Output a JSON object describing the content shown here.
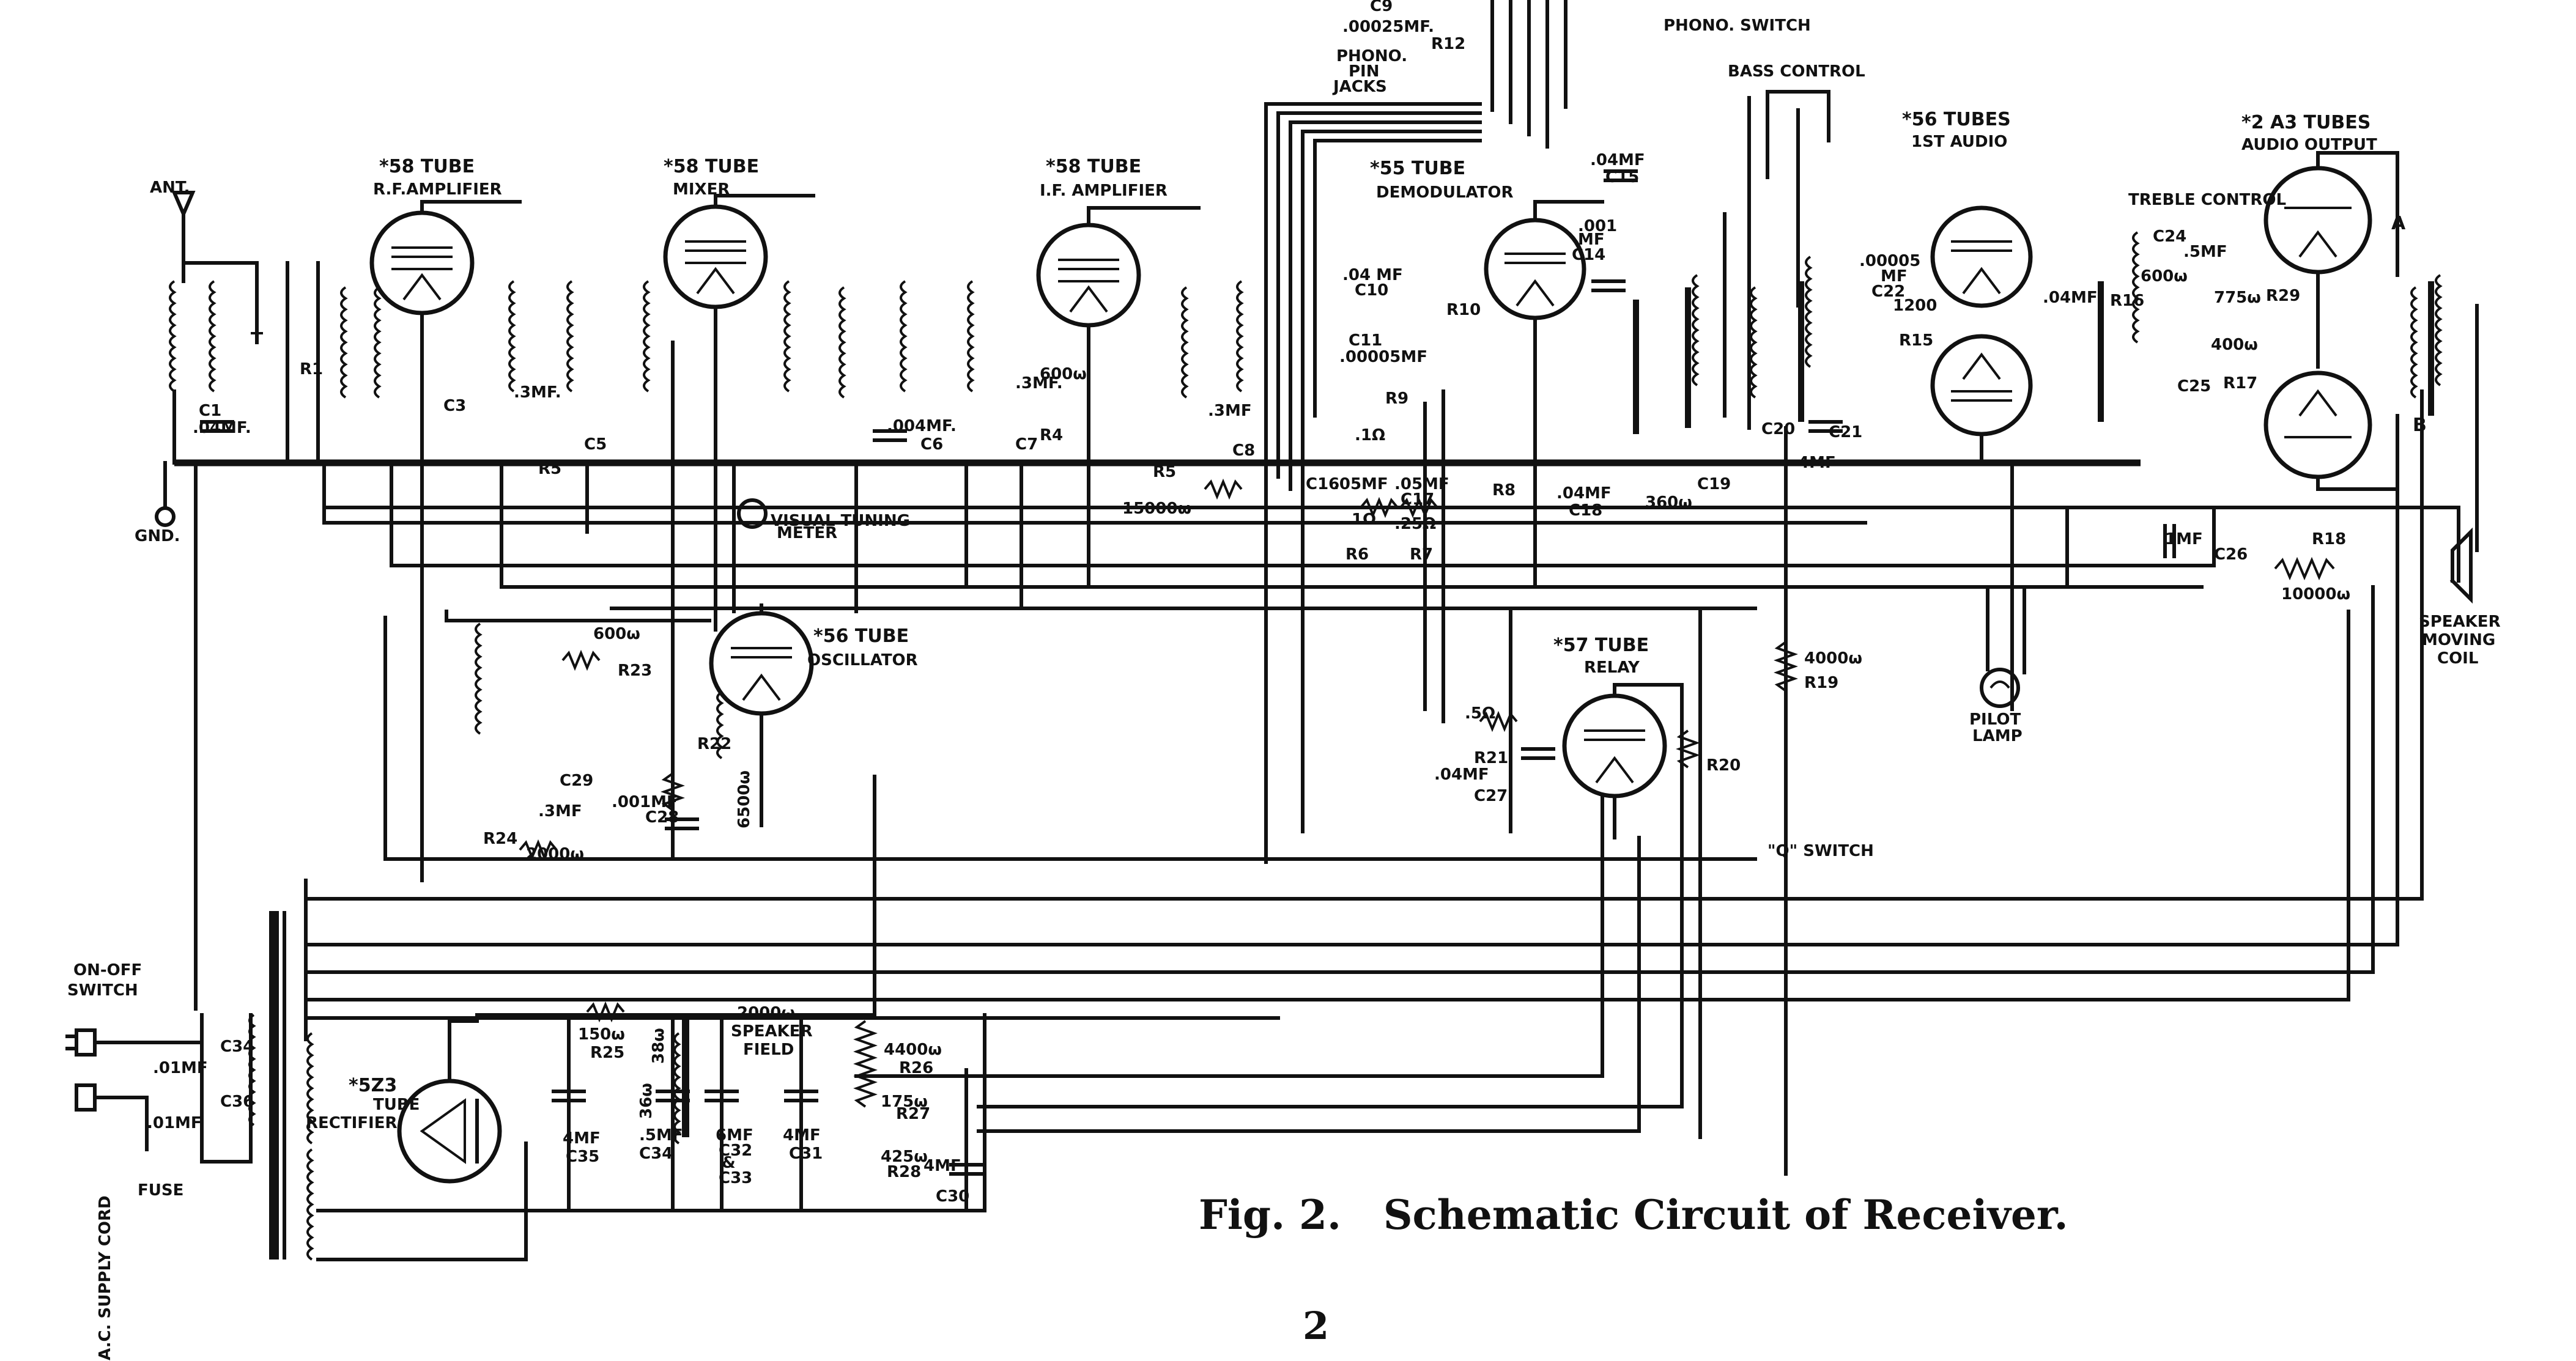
{
  "caption": "Fig. 2.   Schematic Circuit of Receiver.",
  "page_number": "2",
  "tubes": {
    "rf_amp": {
      "type": "*58 TUBE",
      "role": "R.F.AMPLIFIER"
    },
    "mixer": {
      "type": "*58 TUBE",
      "role": "MIXER"
    },
    "if_amp": {
      "type": "*58 TUBE",
      "role": "I.F. AMPLIFIER"
    },
    "demod": {
      "type": "*55 TUBE",
      "role": "DEMODULATOR"
    },
    "first_audio": {
      "type": "*56 TUBES",
      "role": "1ST AUDIO"
    },
    "output": {
      "type": "*2 A3 TUBES",
      "role": "AUDIO OUTPUT"
    },
    "oscillator": {
      "type": "*56 TUBE",
      "role": "OSCILLATOR"
    },
    "relay": {
      "type": "*57 TUBE",
      "role": "RELAY"
    },
    "rectifier": {
      "type": "*5Z3",
      "role1": "TUBE",
      "role2": "RECTIFIER"
    }
  },
  "labels": {
    "ant": "ANT.",
    "gnd": "GND.",
    "phono_switch": "PHONO. SWITCH",
    "bass_control": "BASS CONTROL",
    "phono_pin_jacks": [
      "PHONO.",
      "PIN",
      "JACKS"
    ],
    "treble_control": "TREBLE CONTROL",
    "visual_tuning_meter": [
      "VISUAL TUNING",
      "METER"
    ],
    "pilot_lamp": [
      "PILOT",
      "LAMP"
    ],
    "speaker_moving_coil": [
      "SPEAKER",
      "MOVING",
      "COIL"
    ],
    "q_switch": "\"Q\" SWITCH",
    "on_off_switch": [
      "ON-OFF",
      "SWITCH"
    ],
    "ac_supply_cord": "A.C. SUPPLY CORD",
    "fuse": "FUSE",
    "speaker_field": [
      "2000ω",
      "SPEAKER",
      "FIELD"
    ],
    "output_a": "A",
    "output_b": "B"
  },
  "components": {
    "c9": [
      "C9",
      ".00025MF."
    ],
    "r12": "R12",
    "c15": [
      ".04MF",
      "C15"
    ],
    "c14": [
      ".001",
      "MF",
      "C14"
    ],
    "c10": [
      ".04 MF",
      "C10"
    ],
    "c11": [
      "C11",
      ".00005MF"
    ],
    "r9": "R9",
    "r9_val": ".1Ω",
    "r10": "R10",
    "c1": [
      "C1",
      ".04MF."
    ],
    "r1": "R1",
    "c3": [
      "C3",
      ".3MF."
    ],
    "r5_osc": "R5",
    "c5": "C5",
    "c6": [
      ".004MF.",
      "C6"
    ],
    "r4": "R4",
    "r4_val": "600ω",
    "c7": "C7",
    "c7_val": ".3MF.",
    "c8": [
      "C8",
      ".3MF"
    ],
    "r5_if": [
      "R5",
      "15000ω"
    ],
    "c16": [
      "C16",
      ".05MF"
    ],
    "c17": [
      ".05MF",
      "C17"
    ],
    "r6": [
      "R6",
      ".1Ω"
    ],
    "r7": [
      "R7",
      ".25Ω"
    ],
    "r8": "R8",
    "c18": [
      ".04MF",
      "C18"
    ],
    "r_360": "360ω",
    "c19": "C19",
    "c20": "C20",
    "c21": [
      "C21",
      "4MF"
    ],
    "c22": [
      ".00005",
      "MF",
      "C22"
    ],
    "r15": [
      "1200",
      "R15"
    ],
    "c23": ".04MF",
    "c24": [
      "C24",
      ".5MF",
      "600ω"
    ],
    "r16": "R16",
    "r17": "R17",
    "c25": "C25",
    "r_400": "400ω",
    "r_775": "775ω",
    "r29": "R29",
    "c26": [
      "1MF",
      "C26"
    ],
    "r18": [
      "R18",
      "10000ω"
    ],
    "r19": [
      "4000ω",
      "R19"
    ],
    "r21": [
      ".5Ω",
      "R21"
    ],
    "c27": [
      ".04MF",
      "C27"
    ],
    "r20": "R20",
    "r23": [
      "600ω",
      "R23"
    ],
    "c29": "C29",
    "c28": [
      ".001MF",
      "C28"
    ],
    "c_3mf": ".3MF",
    "r24": "R24",
    "r24_val": "2000ω",
    "r22": "R22",
    "r_6500": "6500ω",
    "c34_ac": "C34",
    "c36": "C36",
    "c_01_a": ".01MF",
    "c_01_b": ".01MF",
    "r25": [
      "150ω",
      "R25"
    ],
    "r_38": "38ω",
    "r_36": "36ω",
    "c35": [
      "4MF",
      "C35"
    ],
    "c34": [
      ".5MF",
      "C34"
    ],
    "c32": [
      "6MF",
      "C32",
      "&",
      "C33"
    ],
    "c31": [
      "4MF",
      "C31"
    ],
    "r26": [
      "4400ω",
      "R26"
    ],
    "r27": [
      "175ω",
      "R27"
    ],
    "r28": [
      "425ω",
      "R28"
    ],
    "c30": [
      "4MF",
      "C30"
    ]
  }
}
